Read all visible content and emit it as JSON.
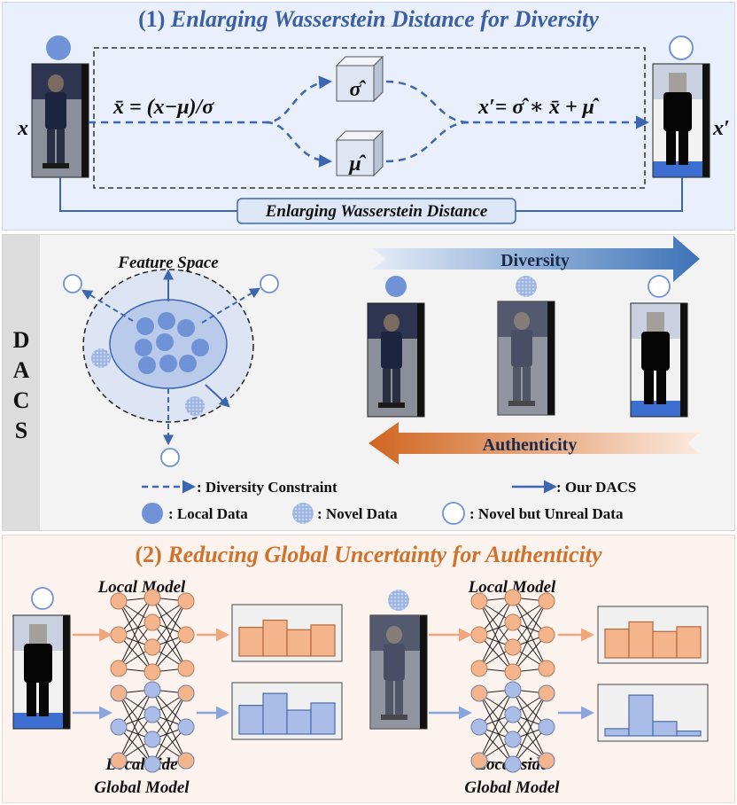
{
  "section1": {
    "title_num": "(1)",
    "title": "Enlarging Wasserstein Distance for Diversity",
    "input_label": "x",
    "output_label": "x′",
    "normalize_formula": "x̄ = (x−μ)/σ",
    "reconstruct_formula": "x′= σ̂ ∗ x̄ + μ̂",
    "sigma_label": "σ̂",
    "mu_label": "μ̂",
    "bottom_label": "Enlarging Wasserstein Distance"
  },
  "section2": {
    "side_label": [
      "D",
      "A",
      "C",
      "S"
    ],
    "feature_space": "Feature Space",
    "diversity": "Diversity",
    "authenticity": "Authenticity",
    "legend": {
      "constraint": ": Diversity Constraint",
      "dacs": ": Our DACS",
      "local": ": Local Data",
      "novel": ": Novel Data",
      "unreal": ": Novel but Unreal Data"
    }
  },
  "section3": {
    "title_num": "(2)",
    "title": "Reducing Global Uncertainty for Authenticity",
    "local_model": "Local Model",
    "global_model_line1": "Local-side",
    "global_model_line2": "Global Model"
  },
  "colors": {
    "blue_title": "#3a5fa6",
    "orange_title": "#d0722c",
    "orange_node": "#f4b48c",
    "blue_node": "#a9bde8",
    "dash_blue": "#3d66b0"
  },
  "chart_data": [
    {
      "type": "bar",
      "name_hint": "local-model-left",
      "values": [
        0.6,
        0.75,
        0.55,
        0.65
      ]
    },
    {
      "type": "bar",
      "name_hint": "global-model-left",
      "values": [
        0.6,
        0.85,
        0.5,
        0.65
      ]
    },
    {
      "type": "bar",
      "name_hint": "local-model-right",
      "values": [
        0.6,
        0.75,
        0.55,
        0.65
      ]
    },
    {
      "type": "bar",
      "name_hint": "global-model-right",
      "values": [
        0.15,
        0.85,
        0.3,
        0.1
      ]
    }
  ]
}
